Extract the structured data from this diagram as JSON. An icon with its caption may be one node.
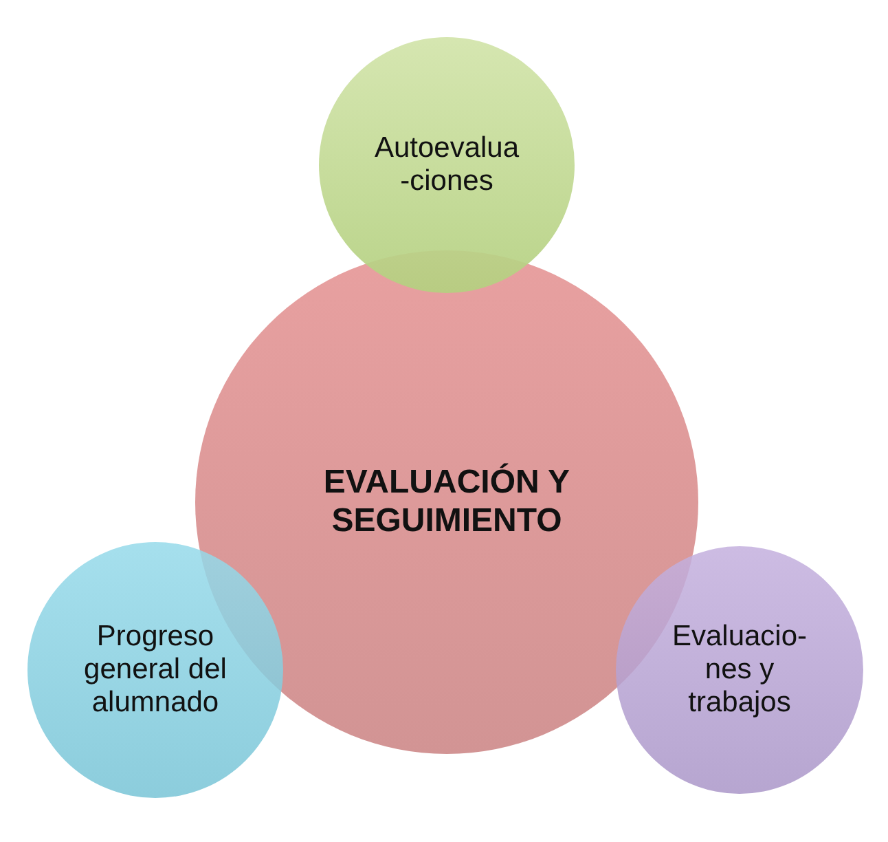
{
  "diagram": {
    "nodes": [
      {
        "text": [
          "Autoevalua -ciones"
        ]
      },
      {
        "text": [
          "EVALUACIÓN Y SEGUIMIENTO"
        ]
      },
      {
        "text": [
          "Progreso general del alumnado"
        ]
      },
      {
        "text": [
          "Evaluacio- nes y trabajos"
        ]
      }
    ]
  }
}
